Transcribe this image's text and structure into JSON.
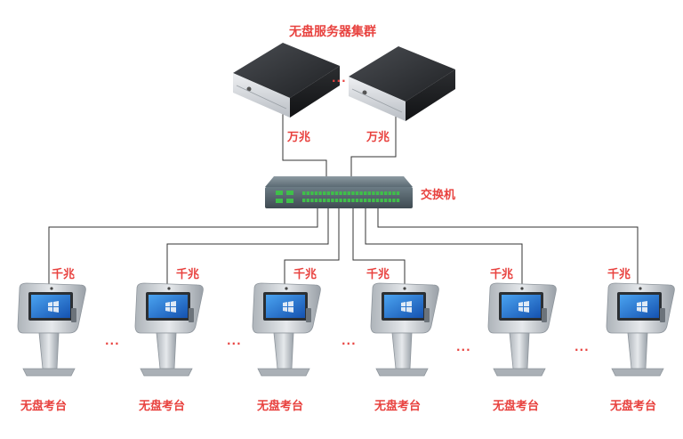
{
  "title": "无盘服务器集群",
  "server_dots": "...",
  "uplinks": [
    {
      "label": "万兆"
    },
    {
      "label": "万兆"
    }
  ],
  "switch": {
    "label": "交换机"
  },
  "gap_dots": "...",
  "terminals": [
    {
      "link_label": "千兆",
      "name": "无盘考台"
    },
    {
      "link_label": "千兆",
      "name": "无盘考台"
    },
    {
      "link_label": "千兆",
      "name": "无盘考台"
    },
    {
      "link_label": "千兆",
      "name": "无盘考台"
    },
    {
      "link_label": "千兆",
      "name": "无盘考台"
    },
    {
      "link_label": "千兆",
      "name": "无盘考台"
    }
  ],
  "colors": {
    "accent": "#e8423f",
    "line": "#333333",
    "switch_body": "#6f7f88",
    "port": "#3fbf4a",
    "kiosk_body": "#c9ced3",
    "screen": "#1f6fd1"
  }
}
